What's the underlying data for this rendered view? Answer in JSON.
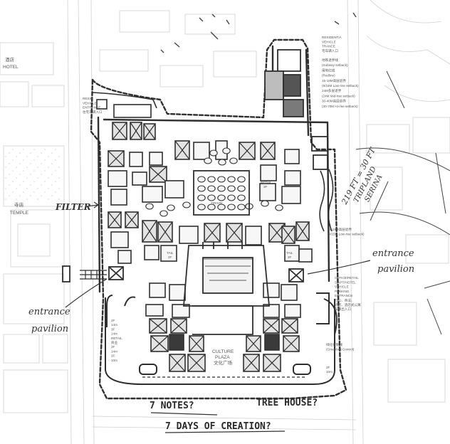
{
  "labels": {
    "hotel_cn": "酒店",
    "hotel_en": "HOTEL",
    "temple_cn": "寺庙",
    "temple_en": "TEMPLE",
    "res_entrance_left": [
      "RESID",
      "VEHICLE",
      "ENTRANCE",
      "住宅车辆入口"
    ],
    "res_entrance_top": [
      "RESIDENTIA",
      "VEHICLE",
      "TRANCE",
      "宅车辆入口"
    ],
    "setbacks": [
      "地铁退界线",
      "(Subway setback)",
      "用地红线",
      "(Redline)",
      "15-18M高层退界",
      "(9/15M Low-rise setback)",
      "24M多层退界",
      "(24M Mid-rise setback)",
      "30-40M高层退界",
      "(30-70M Hi-rise setback)"
    ],
    "low_rise_note": [
      "15-18M高层退界",
      "(9/15M Low-rise setback)"
    ],
    "office_entrance": [
      "OFFICE/RETAIL",
      "S.APT/HOTEL",
      "VEHICLE",
      "PARKING",
      "ENTRANCE",
      "办公、商业、",
      "酒店、酒店式公寓",
      "车辆出入口"
    ],
    "greenbelt": [
      "绿化控制线",
      "(Greenbelt Control)"
    ],
    "culture_plaza": [
      "CULTURE",
      "PLAZA",
      "文化广场"
    ],
    "left_bldg": [
      "2F",
      "14m",
      "3F",
      "14m",
      "RETAIL",
      "商业",
      "2F",
      "14m",
      "2F",
      "10m"
    ],
    "right_bldg": [
      "2F",
      "10m"
    ],
    "retail_left": "TAIL",
    "retail_left2": "2F",
    "retail_right": "RETAIL",
    "retail_right2": "3F",
    "tail_right": "TAIL",
    "tail_right2": "2F",
    "plaza_mid": "ZIRIXIN"
  },
  "annotations": {
    "filter": "FILTER",
    "height_note": [
      "219 FT = 30 FT",
      "TRIPLAND",
      "SERINA"
    ],
    "entrance_right": [
      "entrance",
      "pavilion"
    ],
    "entrance_left": [
      "entrance",
      "pavilion"
    ],
    "notes_7": "7 NOTES?",
    "tree_house": "TREE HOUSE?",
    "days_7": "7 DAYS OF CREATION?"
  },
  "colors": {
    "ink": "#2f2f2f",
    "pencil": "#8c8c8c",
    "faint": "#c8c8c8",
    "grid_fill": "#e9e9e9",
    "dark_fill": "#3a3a3a"
  }
}
